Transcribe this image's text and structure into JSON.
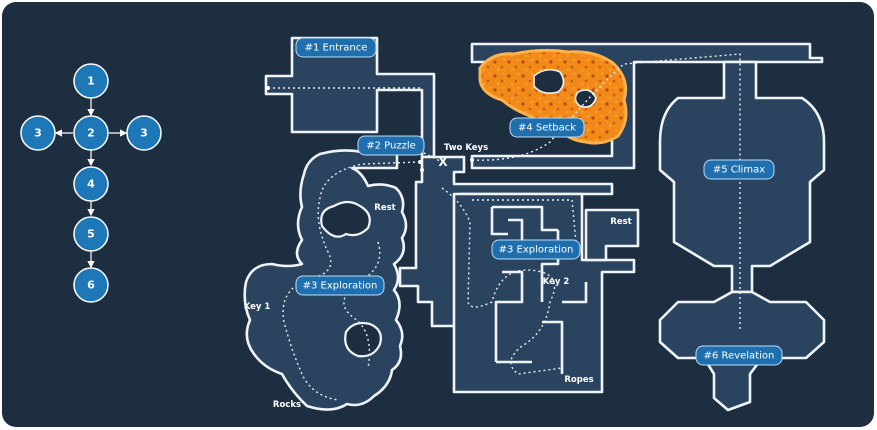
{
  "flow": {
    "nodes": [
      "1",
      "2",
      "3",
      "3",
      "4",
      "5",
      "6"
    ]
  },
  "map": {
    "labels": {
      "entrance": "#1 Entrance",
      "puzzle": "#2 Puzzle",
      "exploration_left": "#3 Exploration",
      "exploration_mid": "#3 Exploration",
      "setback": "#4 Setback",
      "climax": "#5 Climax",
      "revelation": "#6 Revelation"
    },
    "notes": {
      "two_keys": "Two Keys",
      "x_mark": "X",
      "rest_left": "Rest",
      "rest_right": "Rest",
      "key1": "Key 1",
      "key2": "Key 2",
      "rocks": "Rocks",
      "ropes": "Ropes"
    }
  },
  "colors": {
    "background": "#1c2e40",
    "room_fill": "#2a4460",
    "wall": "#f1f4f7",
    "label_fill": "#1f6fae",
    "node_fill": "#1e78b8",
    "lava": "#f28a1a"
  }
}
